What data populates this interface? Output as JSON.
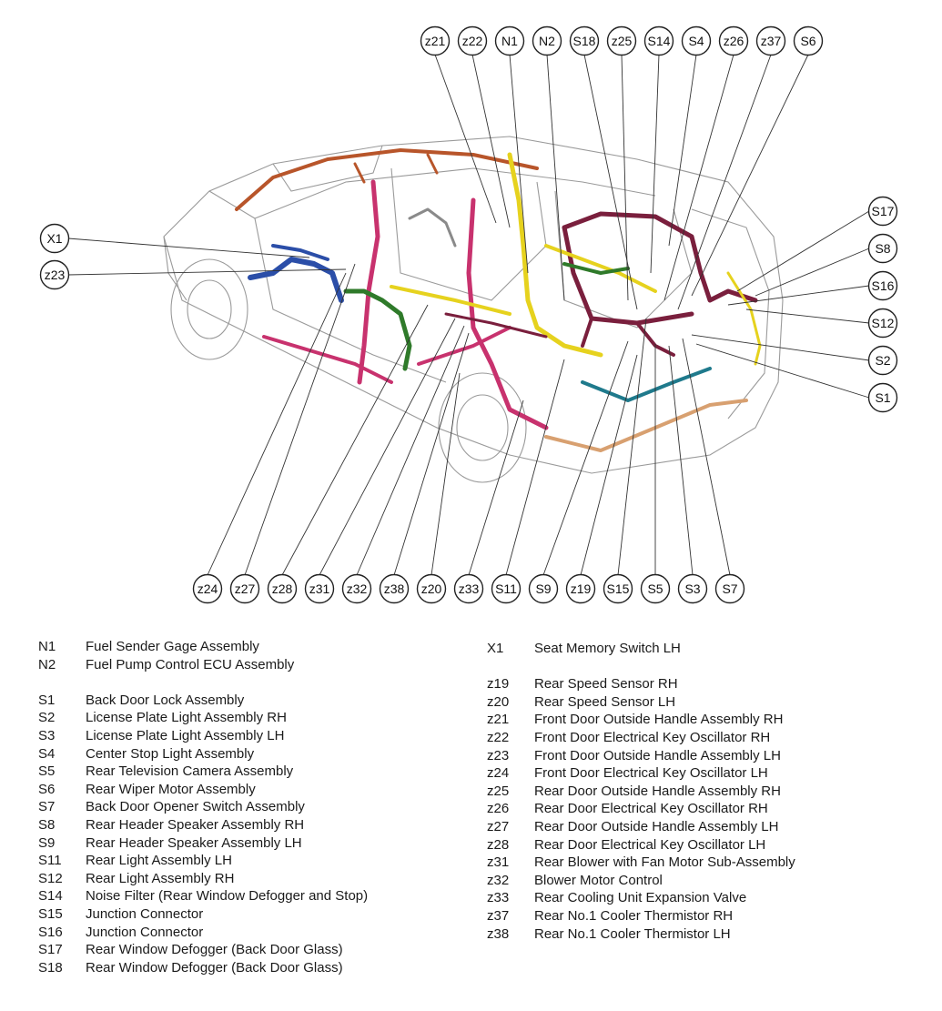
{
  "callouts_top": [
    "z21",
    "z22",
    "N1",
    "N2",
    "S18",
    "z25",
    "S14",
    "S4",
    "z26",
    "z37",
    "S6"
  ],
  "callouts_left": [
    "X1",
    "z23"
  ],
  "callouts_right": [
    "S17",
    "S8",
    "S16",
    "S12",
    "S2",
    "S1"
  ],
  "callouts_bottom": [
    "z24",
    "z27",
    "z28",
    "z31",
    "z32",
    "z38",
    "z20",
    "z33",
    "S11",
    "S9",
    "z19",
    "S15",
    "S5",
    "S3",
    "S7"
  ],
  "legend_left": [
    {
      "code": "N1",
      "desc": "Fuel Sender Gage Assembly"
    },
    {
      "code": "N2",
      "desc": "Fuel Pump Control ECU Assembly"
    },
    {
      "gap": true
    },
    {
      "code": "S1",
      "desc": "Back Door Lock Assembly"
    },
    {
      "code": "S2",
      "desc": "License Plate Light Assembly RH"
    },
    {
      "code": "S3",
      "desc": "License Plate Light Assembly LH"
    },
    {
      "code": "S4",
      "desc": "Center Stop Light Assembly"
    },
    {
      "code": "S5",
      "desc": "Rear Television Camera Assembly"
    },
    {
      "code": "S6",
      "desc": "Rear Wiper Motor Assembly"
    },
    {
      "code": "S7",
      "desc": "Back Door Opener Switch Assembly"
    },
    {
      "code": "S8",
      "desc": "Rear Header Speaker Assembly RH"
    },
    {
      "code": "S9",
      "desc": "Rear Header Speaker Assembly LH"
    },
    {
      "code": "S11",
      "desc": "Rear Light Assembly LH"
    },
    {
      "code": "S12",
      "desc": "Rear Light Assembly RH"
    },
    {
      "code": "S14",
      "desc": "Noise Filter (Rear Window Defogger and Stop)"
    },
    {
      "code": "S15",
      "desc": "Junction Connector"
    },
    {
      "code": "S16",
      "desc": "Junction Connector"
    },
    {
      "code": "S17",
      "desc": "Rear Window Defogger (Back Door Glass)"
    },
    {
      "code": "S18",
      "desc": "Rear Window Defogger (Back Door Glass)"
    }
  ],
  "legend_right": [
    {
      "code": "X1",
      "desc": "Seat Memory Switch LH"
    },
    {
      "gap": true
    },
    {
      "code": "z19",
      "desc": "Rear Speed Sensor RH"
    },
    {
      "code": "z20",
      "desc": "Rear Speed Sensor LH"
    },
    {
      "code": "z21",
      "desc": "Front Door Outside Handle Assembly RH"
    },
    {
      "code": "z22",
      "desc": "Front Door Electrical Key Oscillator RH"
    },
    {
      "code": "z23",
      "desc": "Front Door Outside Handle Assembly LH"
    },
    {
      "code": "z24",
      "desc": "Front Door Electrical Key Oscillator LH"
    },
    {
      "code": "z25",
      "desc": "Rear Door Outside Handle Assembly RH"
    },
    {
      "code": "z26",
      "desc": "Rear Door Electrical Key Oscillator RH"
    },
    {
      "code": "z27",
      "desc": "Rear Door Outside Handle Assembly LH"
    },
    {
      "code": "z28",
      "desc": "Rear Door Electrical Key Oscillator LH"
    },
    {
      "code": "z31",
      "desc": "Rear Blower with Fan Motor Sub-Assembly"
    },
    {
      "code": "z32",
      "desc": "Blower Motor Control"
    },
    {
      "code": "z33",
      "desc": "Rear Cooling Unit Expansion Valve"
    },
    {
      "code": "z37",
      "desc": "Rear No.1 Cooler Thermistor RH"
    },
    {
      "code": "z38",
      "desc": "Rear No.1 Cooler Thermistor LH"
    }
  ],
  "colors": {
    "harness_maroon": "#7a1f3d",
    "harness_pink": "#c8326e",
    "harness_yellow": "#e6d21e",
    "harness_green": "#2f7a2a",
    "harness_blue": "#2b4ea8",
    "harness_orange": "#b8552a",
    "harness_teal": "#1f7a8c",
    "harness_tan": "#d8a070"
  }
}
